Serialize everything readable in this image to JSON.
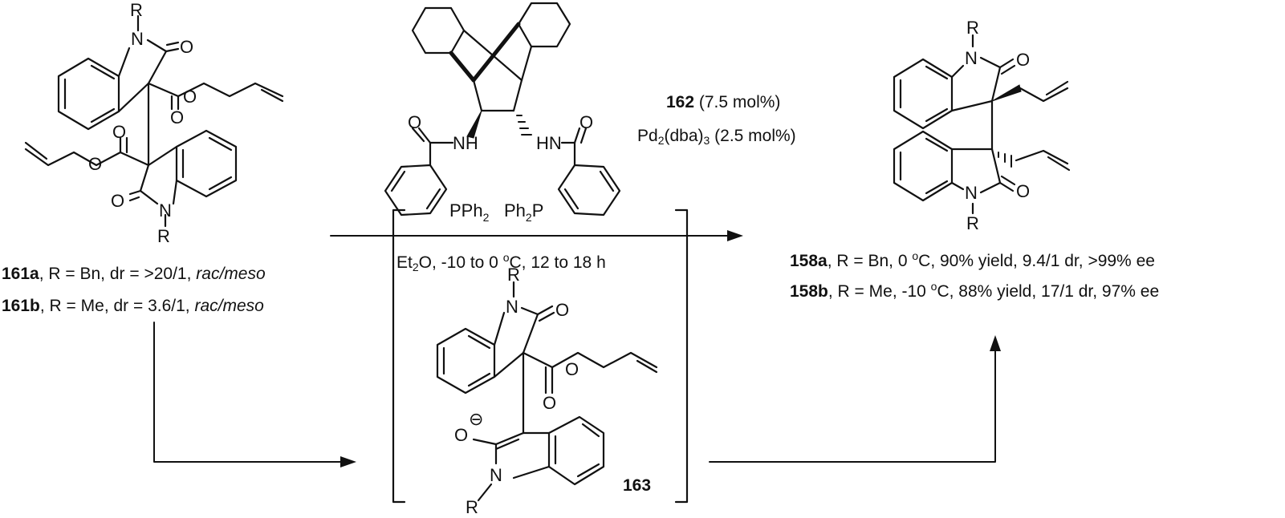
{
  "atoms": {
    "R": "R",
    "N": "N",
    "O": "O",
    "NH": "NH",
    "HN": "HN",
    "PPh2_prefix": "PPh",
    "PPh2_sub": "2",
    "Ph2P_prefix": "Ph",
    "Ph2P_sub": "2",
    "Ph2P_suffix": "P",
    "Ominus": "O",
    "minus": "⊖"
  },
  "labels": {
    "s161a": {
      "id": "161a",
      "text": ", R = Bn, dr = >20/1, ",
      "italic": "rac/meso"
    },
    "s161b": {
      "id": "161b",
      "text": ", R = Me, dr = 3.6/1, ",
      "italic": "rac/meso"
    },
    "catalyst": {
      "id": "162",
      "text": " (7.5 mol%)"
    },
    "pd": {
      "prefix": "Pd",
      "sub1": "2",
      "mid": "(dba)",
      "sub2": "3",
      "suffix": " (2.5 mol%)"
    },
    "cond": {
      "prefix": "Et",
      "sub": "2",
      "mid": "O, -10 to 0 ",
      "sup": "o",
      "suffix": "C, 12 to 18 h"
    },
    "p158a": {
      "id": "158a",
      "pre": ", R = Bn, 0 ",
      "sup": "o",
      "post": "C, 90% yield, 9.4/1 dr, >99% ee"
    },
    "p158b": {
      "id": "158b",
      "pre": ", R = Me, -10 ",
      "sup": "o",
      "post": "C, 88% yield, 17/1 dr, 97% ee"
    },
    "intermediate": {
      "id": "163"
    }
  }
}
